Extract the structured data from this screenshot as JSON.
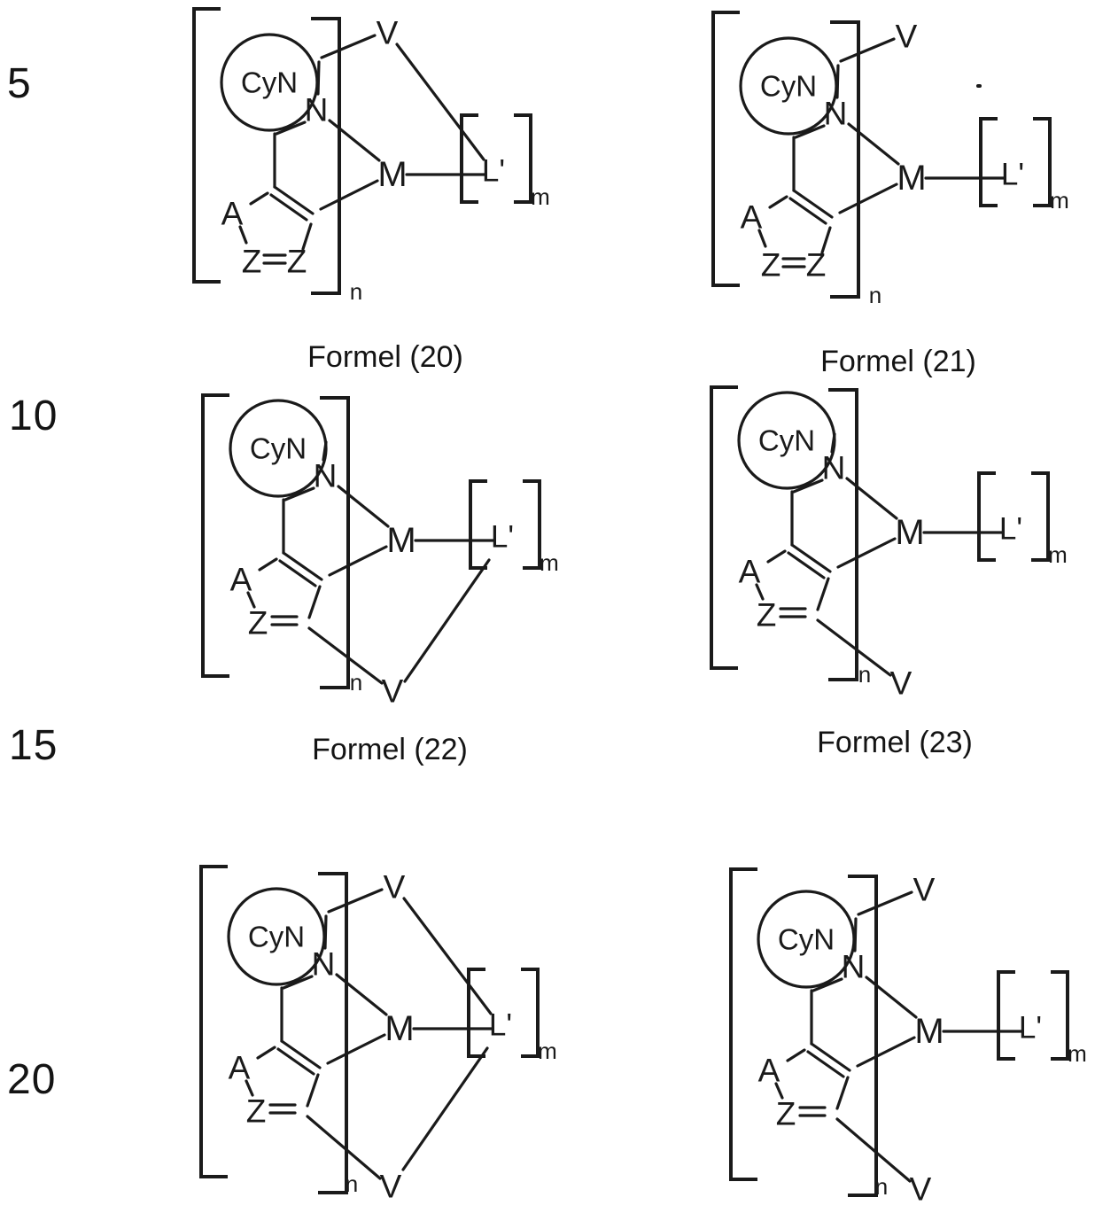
{
  "page": {
    "type": "scanned patent drawing page",
    "language": "German",
    "background_color": "#ffffff",
    "ink_color": "#1a1a1a"
  },
  "margin_line_numbers": [
    "5",
    "10",
    "15",
    "20"
  ],
  "atoms": {
    "cycle": "CyN",
    "nitrogen": "N",
    "metal": "M",
    "substituent": "V",
    "bridge_a": "A",
    "bridge_z": "Z",
    "ligand": "L'",
    "repeat_index": "n",
    "ligand_index": "m"
  },
  "structures": [
    {
      "caption": "Formel (20)",
      "v_substituents": [
        "top"
      ],
      "v_linked_to_ligand": [
        "top"
      ],
      "bottom_ring": "Z=Z"
    },
    {
      "caption": "Formel (21)",
      "v_substituents": [
        "top"
      ],
      "v_linked_to_ligand": [],
      "bottom_ring": "Z=Z"
    },
    {
      "caption": "Formel (22)",
      "v_substituents": [
        "bottom"
      ],
      "v_linked_to_ligand": [
        "bottom"
      ],
      "bottom_ring": "Z=C(V)"
    },
    {
      "caption": "Formel (23)",
      "v_substituents": [
        "bottom"
      ],
      "v_linked_to_ligand": [],
      "bottom_ring": "Z=C(V)"
    },
    {
      "caption": "",
      "v_substituents": [
        "top",
        "bottom"
      ],
      "v_linked_to_ligand": [
        "top",
        "bottom"
      ],
      "bottom_ring": "Z=C(V)"
    },
    {
      "caption": "",
      "v_substituents": [
        "top",
        "bottom"
      ],
      "v_linked_to_ligand": [],
      "bottom_ring": "Z=C(V)"
    }
  ]
}
